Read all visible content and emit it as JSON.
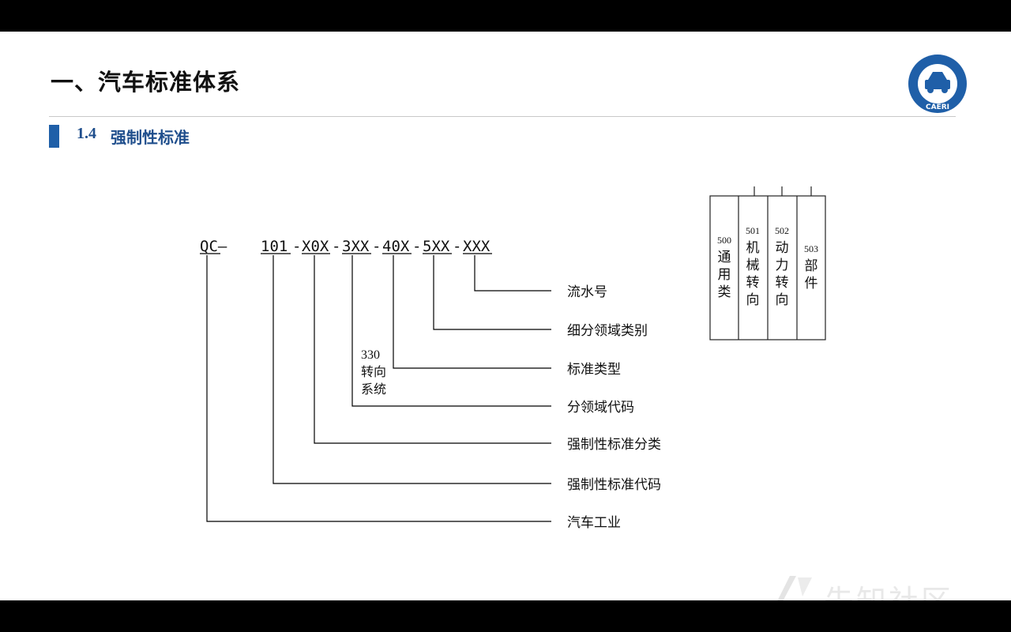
{
  "slide": {
    "title": "一、汽车标准体系",
    "section_number": "1.4",
    "section_title": "强制性标准"
  },
  "logo": {
    "text": "CAERI"
  },
  "code_parts": [
    "QC—",
    "101",
    "-",
    "X0X",
    "-",
    "3XX",
    "-",
    "40X",
    "-",
    "5XX",
    "-",
    "XXX"
  ],
  "labels": [
    "流水号",
    "细分领域类别",
    "标准类型",
    "分领域代码",
    "强制性标准分类",
    "强制性标准代码",
    "汽车工业"
  ],
  "note": {
    "code": "330",
    "line1": "转向",
    "line2": "系统"
  },
  "table": {
    "columns": [
      {
        "code": "500",
        "text": [
          "通",
          "用",
          "类"
        ]
      },
      {
        "code": "501",
        "text": [
          "机",
          "械",
          "转",
          "向"
        ]
      },
      {
        "code": "502",
        "text": [
          "动",
          "力",
          "转",
          "向"
        ]
      },
      {
        "code": "503",
        "text": [
          "部",
          "件"
        ]
      }
    ]
  },
  "watermark": {
    "text": "先知社区"
  },
  "colors": {
    "accent": "#1f5fa8",
    "section_text": "#1f4e8c"
  }
}
